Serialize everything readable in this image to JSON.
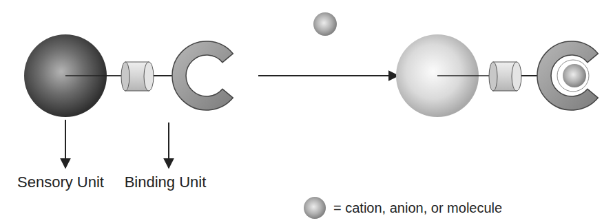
{
  "diagram": {
    "labels": [
      "Sensory Unit",
      "Binding Unit"
    ],
    "legend": [
      {
        "text": "= cation, anion, or molecule"
      }
    ]
  }
}
